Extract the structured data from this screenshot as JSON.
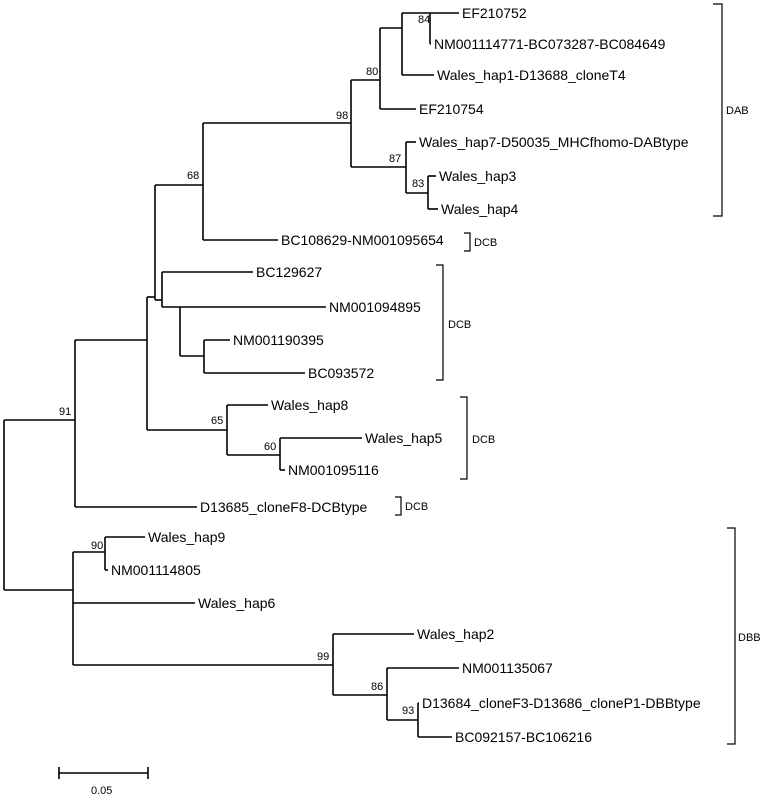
{
  "taxa": {
    "t1": "EF210752",
    "t2": "NM001114771-BC073287-BC084649",
    "t3": "Wales_hap1-D13688_cloneT4",
    "t4": "EF210754",
    "t5": "Wales_hap7-D50035_MHCfhomo-DABtype",
    "t6": "Wales_hap3",
    "t7": "Wales_hap4",
    "t8": "BC108629-NM001095654",
    "t9": "BC129627",
    "t10": "NM001094895",
    "t11": "NM001190395",
    "t12": "BC093572",
    "t13": "Wales_hap8",
    "t14": "Wales_hap5",
    "t15": "NM001095116",
    "t16": "D13685_cloneF8-DCBtype",
    "t17": "Wales_hap9",
    "t18": "NM001114805",
    "t19": "Wales_hap6",
    "t20": "Wales_hap2",
    "t21": "NM001135067",
    "t22": "D13684_cloneF3-D13686_cloneP1-DBBtype",
    "t23": "BC092157-BC106216"
  },
  "bootstrap": {
    "b84": "84",
    "b80": "80",
    "b98": "98",
    "b87": "87",
    "b83": "83",
    "b68": "68",
    "b65": "65",
    "b60": "60",
    "b91": "91",
    "b90": "90",
    "b99": "99",
    "b86": "86",
    "b93": "93"
  },
  "clades": {
    "dab": "DAB",
    "dcb1": "DCB",
    "dcb2": "DCB",
    "dcb3": "DCB",
    "dcb4": "DCB",
    "dbb": "DBB"
  },
  "scale": {
    "label": "0.05"
  }
}
